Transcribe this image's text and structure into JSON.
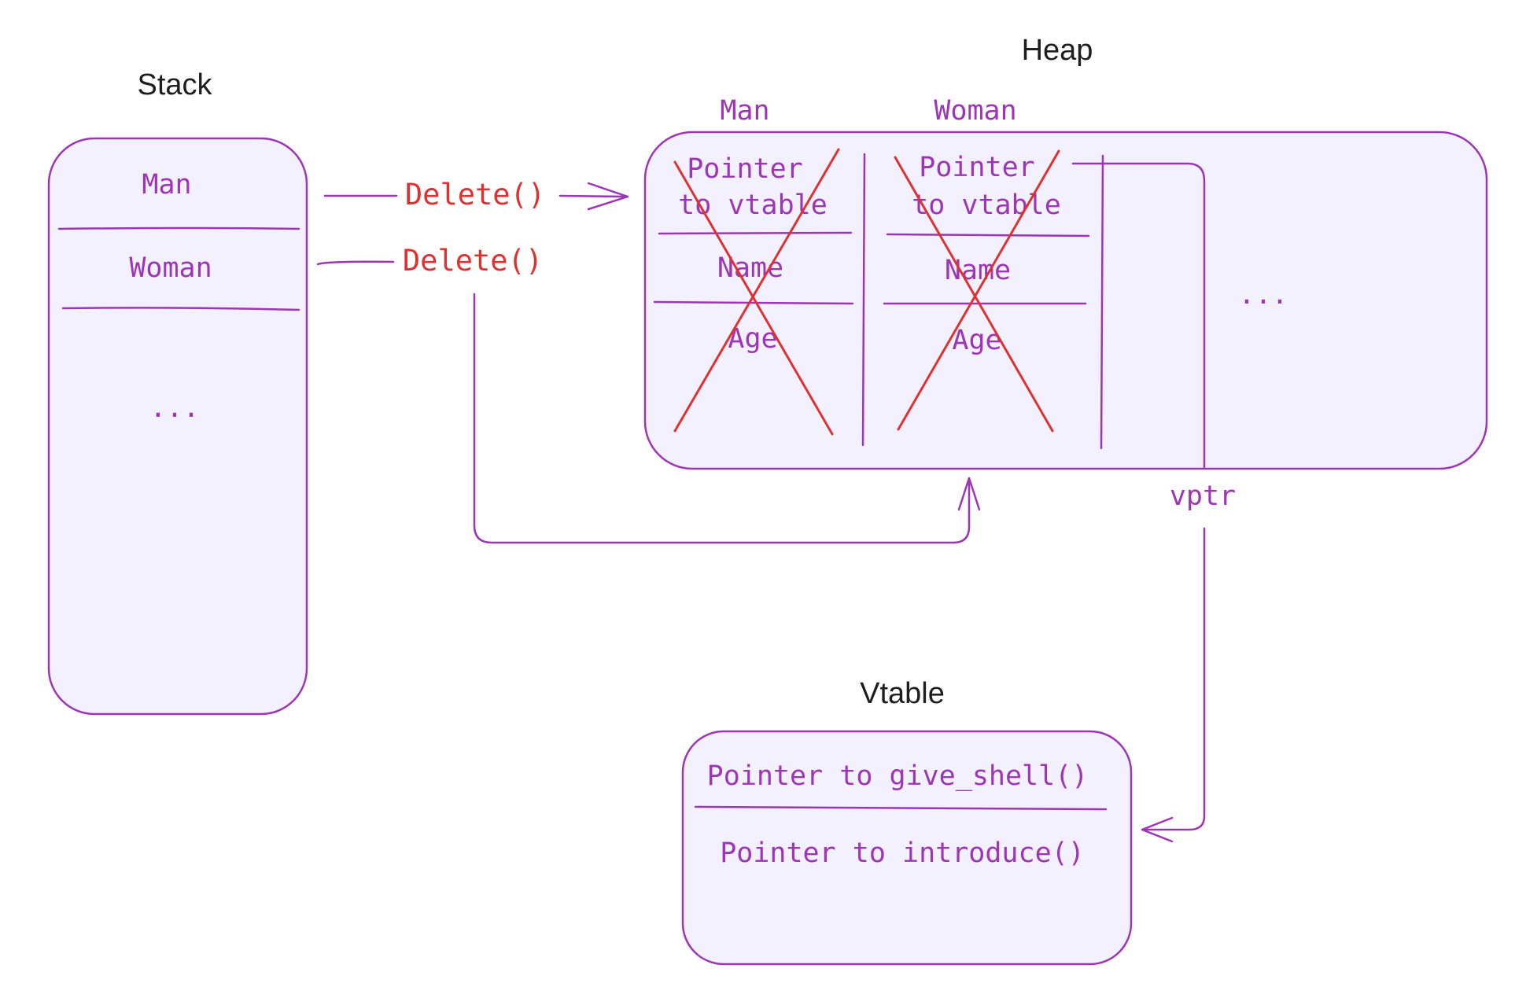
{
  "stack": {
    "title": "Stack",
    "slot_man": "Man",
    "slot_woman": "Woman",
    "ellipsis": "..."
  },
  "heap": {
    "title": "Heap",
    "man": {
      "label": "Man",
      "field_pointer_line1": "Pointer",
      "field_pointer_line2": "to vtable",
      "field_name": "Name",
      "field_age": "Age"
    },
    "woman": {
      "label": "Woman",
      "field_pointer_line1": "Pointer",
      "field_pointer_line2": "to vtable",
      "field_name": "Name",
      "field_age": "Age"
    },
    "ellipsis": "..."
  },
  "arrows": {
    "delete_man": "Delete()",
    "delete_woman": "Delete()",
    "vptr": "vptr"
  },
  "vtable": {
    "title": "Vtable",
    "entry1": "Pointer to give_shell()",
    "entry2": "Pointer to introduce()"
  },
  "colors": {
    "stroke": "#9c36b5",
    "fill": "#f3f0ff",
    "delete": "#e03131",
    "title": "#1e1e1e"
  }
}
